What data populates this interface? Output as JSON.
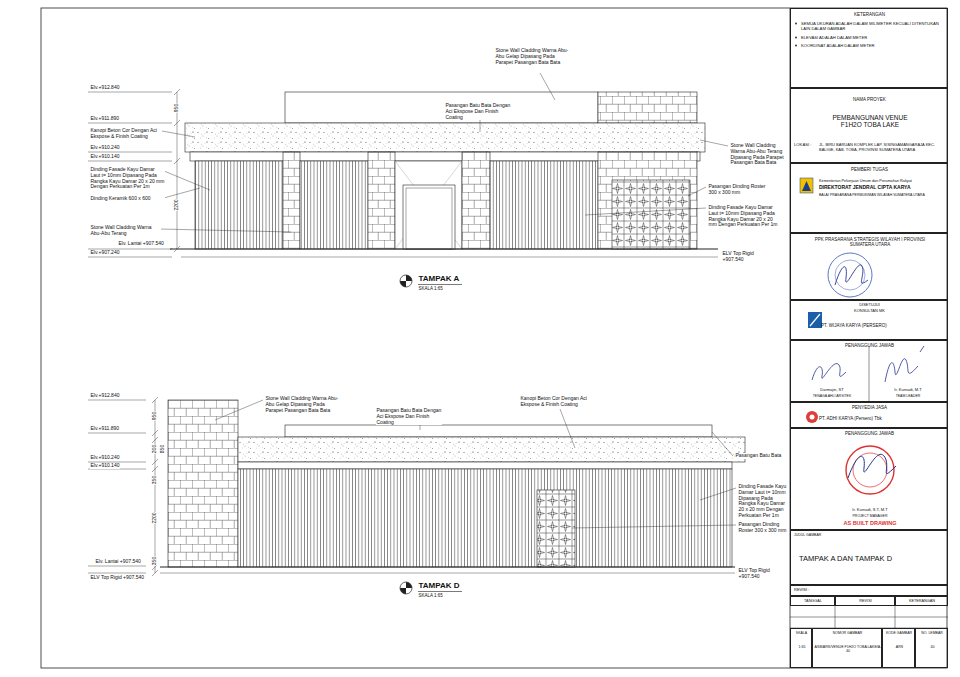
{
  "diagram": {
    "nodes": [
      {
        "text": [
          "KETERANGAN",
          "SEMUA UKURAN ADALAH DALAM MILIMETER KECUALI DITENTUKAN LAIN DALAM GAMBAR",
          "ELEVASI ADALAH DALAM METER",
          "KOORDINAT ADALAH DALAM METER"
        ]
      },
      {
        "text": [
          "NAMA PROYEK",
          "PEMBANGUNAN VENUE F1H2O TOBA LAKE",
          "LOKASI :",
          "JL. BIRU BARUAN KOMPLEK LAP. SISINGAMANGARAJA KEC. BALIGE, KAB. TOBA, PROVINSI SUMATERA UTARA"
        ]
      },
      {
        "text": [
          "PEMBERI TUGAS",
          "Kementerian Pekerjaan Umum dan Perumahan Rakyat",
          "DIREKTORAT JENDRAL CIPTA KARYA",
          "BALAI PRASARANA PERMUKIMAN WILAYAH SUMATERA UTARA"
        ]
      },
      {
        "text": [
          "PPK PRASARANA STRATEGIS WILAYAH I PROVINSI SUMATERA UTARA"
        ]
      },
      {
        "text": [
          "DISETUJUI",
          "KONSULTAN MK",
          "PT. WIJAYA KARYA (PERSERO)"
        ]
      },
      {
        "text": [
          "PENANGGUNG JAWAB",
          "Darmajin, ST",
          "TENAGA AHLI ARSITEK",
          "Ir. Kurnadi, M.T",
          "TEAM LEADER"
        ]
      },
      {
        "text": [
          "PENYEDIA JASA",
          "PT. ADHI KARYA (Persero) Tbk"
        ]
      },
      {
        "text": [
          "PENANGGUNG JAWAB",
          "Ir. Kurnadi, S.T, M.T",
          "PROJECT MANAGER",
          "AS BUILT DRAWING"
        ]
      },
      {
        "text": [
          "JUDUL GAMBAR",
          "TAMPAK A DAN TAMPAK D"
        ]
      },
      {
        "text": [
          "REVISI :"
        ]
      },
      {
        "text": [
          "TANGGAL"
        ]
      },
      {
        "text": [
          "REVISI"
        ]
      },
      {
        "text": [
          "KETERANGAN"
        ]
      },
      {
        "text": [
          "SKALA",
          "1:65"
        ]
      },
      {
        "text": [
          "NOMOR GAMBAR",
          "ASB/ARS/VENUE F1H2O TOBA LAKE/A-40"
        ]
      },
      {
        "text": [
          "KODE GAMBAR",
          "ARS"
        ]
      },
      {
        "text": [
          "NO. LEMBAR",
          "40"
        ]
      }
    ],
    "labels": [
      "Elv.+912.840",
      "950",
      "Elv.+911.890",
      "Kanopi Beton Cor Dengan Aci Ekspose & Finish Coating",
      "Elv.+910.240",
      "Elv.+910.140",
      "Dinding Fasade Kayu Damar Laut t= 10mm Dipasang Pada Rangka Kayu Damar 20 x 20 mm Dengan Perkuatan Per 1m",
      "Dinding Keramik 600 x 600",
      "2200",
      "Stone Wall Cladding Warna Abu-Abu Terang",
      "Elv. Lantai +907.540",
      "Elv.+907.240",
      "Pasangan Batu Bata Dengan Aci Ekspose Dan Finish Coating",
      "Stone Wall Cladding Warna Abu-Abu Gelap Dipasang Pada Parapet Pasangan Bata Bata",
      "Stone Wall Cladding Warna Abu-Abu Terang Dipasang Pada Parapet Pasangan Bata Bata",
      "Pasangan Dinding Roster 300 x 300 mm",
      "Dinding Fasade Kayu Damar Laut t= 10mm Dipasang Pada Rangka Kayu Damar 20 x 20 mm Dengan Perkuatan Per 1m",
      "ELV Top Rigid +907.540",
      "TAMPAK A",
      "SKALA 1:65",
      "Elv.+912.840",
      "Elv.+911.890",
      "Elv.+910.240",
      "Elv.+910.140",
      "Elv. Lantai +907.540",
      "ELV Top Rigid +907.540",
      "950",
      "200",
      "850",
      "350",
      "2200",
      "350",
      "Stone Wall Cladding Warna Abu-Abu Gelap Dipasang Pada Parapet Pasangan Bata Bata",
      "Pasangan Batu Bata Dengan Aci Ekspose Dan Finish Coating",
      "Kanopi Beton Cor Dengan Aci Ekspose & Finish Coating",
      "Pasangan Batu Bata",
      "Dinding Fasade Kayu Damar Laut t= 10mm Dipasang Pada Rangka Kayu Damar 20 x 20 mm Dengan Perkuatan Per 1m",
      "Pasangan Dinding Roster 300 x 300 mm",
      "ELV Top Rigid +907.540",
      "TAMPAK D",
      "SKALA 1:65"
    ]
  }
}
